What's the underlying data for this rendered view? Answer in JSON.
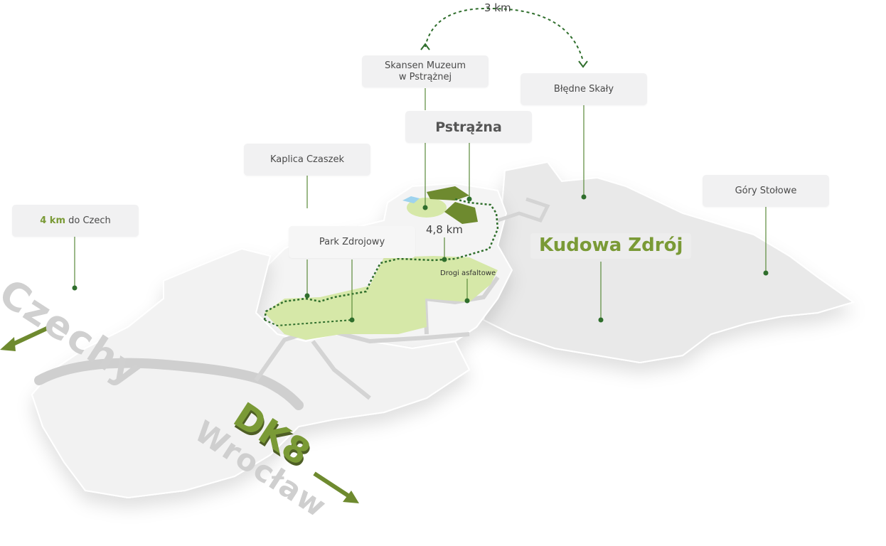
{
  "labels": {
    "skansen_line1": "Skansen Muzeum",
    "skansen_line2": "w Pstrążnej",
    "bledne": "Błędne Skały",
    "pstrazna": "Pstrążna",
    "kaplica": "Kaplica Czaszek",
    "gory": "Góry Stołowe",
    "czech_km": "4 km",
    "czech_rest": " do Czech",
    "park": "Park Zdrojowy",
    "drogi": "Drogi asfaltowe",
    "kudowa": "Kudowa Zdrój",
    "dist_3km": "3 km",
    "dist_48km": "4,8 km",
    "czechy": "Czechy",
    "dk8": "DK8",
    "wroclaw": "Wrocław"
  },
  "colors": {
    "accent_green": "#7a9a36",
    "light_green": "#d6e8a8",
    "dark_green": "#6e8a2f",
    "route_dot": "#2f6e2c",
    "map_gray": "#ececec",
    "road_gray": "#c9c9c9"
  }
}
